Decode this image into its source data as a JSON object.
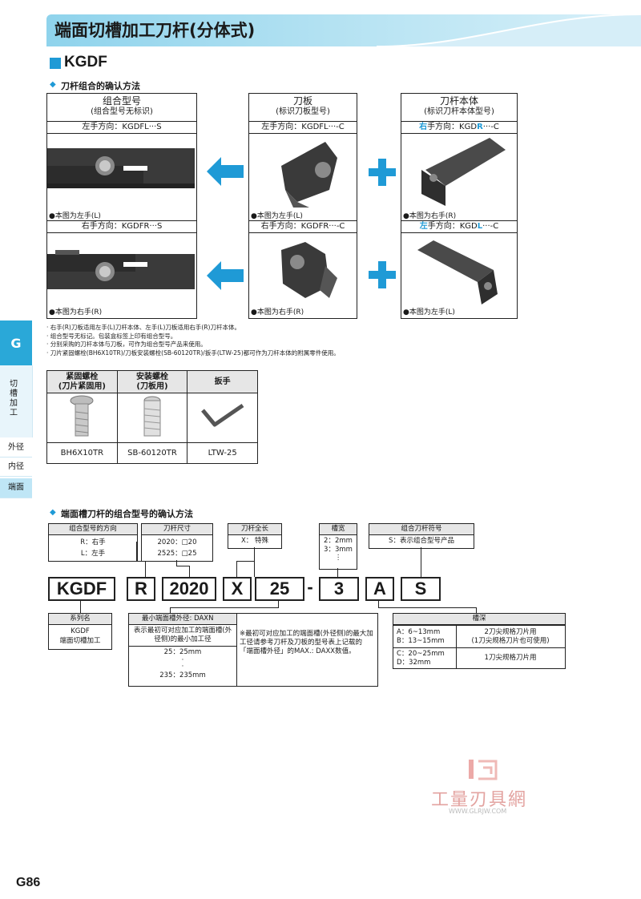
{
  "header": {
    "title": "端面切槽加工刀杆(分体式)",
    "series": "KGDF"
  },
  "section1": {
    "heading": "刀杆组合的确认方法",
    "col_combo": {
      "title": "组合型号",
      "subtitle": "(组合型号无标识)",
      "row_left": "左手方向：KGDFL···S",
      "note_left": "●本图为左手(L)",
      "row_right": "右手方向：KGDFR···S",
      "note_right": "●本图为右手(R)"
    },
    "col_blade": {
      "title": "刀板",
      "subtitle": "(标识刀板型号)",
      "row_left": "左手方向：KGDFL···-C",
      "note_left": "●本图为左手(L)",
      "row_right": "右手方向：KGDFR···-C",
      "note_right": "●本图为右手(R)"
    },
    "col_body": {
      "title": "刀杆本体",
      "subtitle": "(标识刀杆本体型号)",
      "row1_a": "右",
      "row1_b": "手方向：KGD",
      "row1_c": "R",
      "row1_d": "···-C",
      "note1": "●本图为右手(R)",
      "row2_a": "左",
      "row2_b": "手方向：KGD",
      "row2_c": "L",
      "row2_d": "···-C",
      "note2": "●本图为左手(L)"
    },
    "bullets": [
      "· 右手(R)刀板适用左手(L)刀杆本体、左手(L)刀板适用右手(R)刀杆本体。",
      "· 组合型号无标记。包装盒标签上印有组合型号。",
      "· 分别采购的刀杆本体与刀板，可作为组合型号产品来使用。",
      "· 刀片紧固螺栓(BH6X10TR)/刀板安装螺栓(SB-60120TR)/扳手(LTW-25)都可作为刀杆本体的附属零件使用。"
    ]
  },
  "accessories": {
    "headers": [
      "紧固螺栓\n(刀片紧固用)",
      "安装螺栓\n(刀板用)",
      "扳手"
    ],
    "codes": [
      "BH6X10TR",
      "SB-60120TR",
      "LTW-25"
    ]
  },
  "sidebar": {
    "tab_letter": "G",
    "category": "切槽加工",
    "items": [
      "外径",
      "内径",
      "端面"
    ]
  },
  "section2": {
    "heading": "端面槽刀杆的组合型号的确认方法",
    "direction": {
      "title": "组合型号的方向",
      "lines": [
        "R：右手",
        "L：左手"
      ]
    },
    "size": {
      "title": "刀杆尺寸",
      "lines": [
        "2020：□20",
        "2525：□25"
      ]
    },
    "length": {
      "title": "刀杆全长",
      "lines": [
        "X： 特殊"
      ]
    },
    "width": {
      "title": "槽宽",
      "lines": [
        "2：2mm",
        "3：3mm",
        "⋮"
      ]
    },
    "symbol": {
      "title": "组合刀杆符号",
      "lines": [
        "S：表示组合型号产品"
      ]
    },
    "code": [
      "KGDF",
      "R",
      "2020",
      "X",
      "25",
      "-",
      "3",
      "A",
      "S"
    ],
    "series_name": {
      "title": "系列名",
      "lines": [
        "KGDF",
        "端面切槽加工"
      ]
    },
    "min_dia": {
      "title": "最小端面槽外径: DAXN",
      "desc": "表示最初可对应加工的端面槽(外径侧)的最小加工径",
      "v1": "25：25mm",
      "dots": "·\n·",
      "v2": "235：235mm",
      "note": "※最初可对应加工的端面槽(外径侧)的最大加工径请参考刀杆及刀板的型号表上记载的「端面槽外径」的MAX.: DAXX数值。"
    },
    "depth": {
      "title": "槽深",
      "r1_left": "A：6~13mm\nB：13~15mm",
      "r1_right": "2刀尖规格刀片用\n(1刀尖规格刀片也可使用)",
      "r2_left": "C：20~25mm\nD：32mm",
      "r2_right": "1刀尖规格刀片用"
    }
  },
  "watermark": {
    "text": "工量刃具網",
    "url": "WWW.GLRJW.COM"
  },
  "page_number": "G86",
  "colors": {
    "accent": "#1f9ad6",
    "title_bar": "#8fd3ec",
    "arrow": "#1f9ad6"
  }
}
